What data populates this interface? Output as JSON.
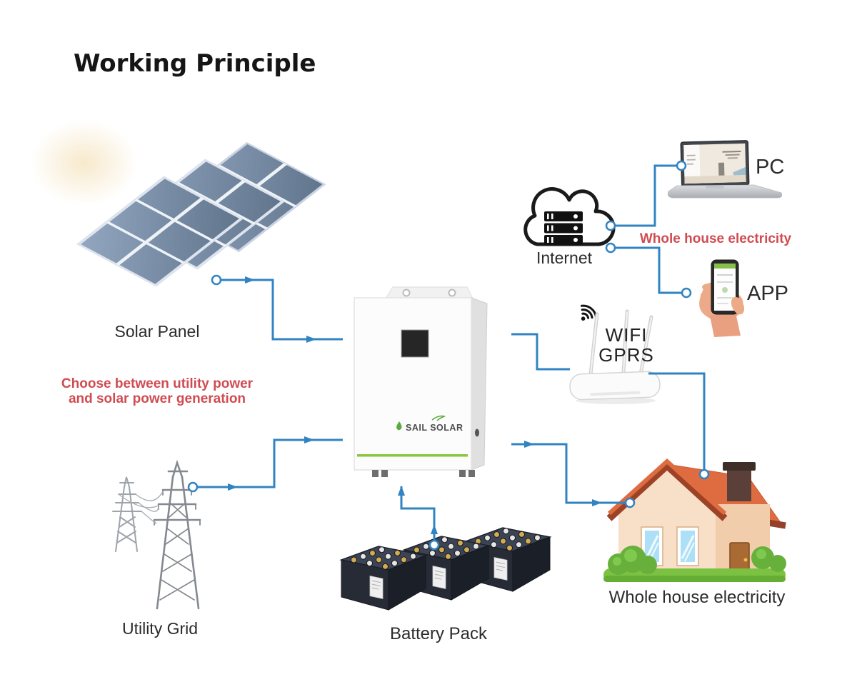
{
  "title": "Working Principle",
  "nodes": {
    "solar_panel": {
      "label": "Solar Panel"
    },
    "utility_grid": {
      "label": "Utility Grid"
    },
    "inverter": {
      "brand": "SAIL SOLAR"
    },
    "battery_pack": {
      "label": "Battery Pack"
    },
    "internet": {
      "label": "Internet"
    },
    "pc": {
      "label": "PC"
    },
    "app": {
      "label": "APP"
    },
    "wifi": {
      "line1": "WIFI",
      "line2": "GPRS"
    },
    "house": {
      "label": "Whole house electricity"
    }
  },
  "notes": {
    "choose_line1": "Choose between utility power",
    "choose_line2": "and solar power generation",
    "whole_house_red": "Whole house electricity"
  },
  "icons": {
    "internet": "cloud-server-icon",
    "wifi": "wifi-signal-icon"
  },
  "colors": {
    "connector_blue": "#3183c2",
    "accent_red": "#d04b52",
    "inverter_green": "#8bc53f",
    "roof_orange": "#df6b40",
    "grass_green": "#7cc242"
  },
  "edges": [
    {
      "from": "solar_panel",
      "to": "inverter"
    },
    {
      "from": "utility_grid",
      "to": "inverter"
    },
    {
      "from": "battery_pack",
      "to": "inverter"
    },
    {
      "from": "inverter",
      "to": "wifi_router"
    },
    {
      "from": "wifi_router",
      "to": "house"
    },
    {
      "from": "inverter",
      "to": "house"
    },
    {
      "from": "internet",
      "to": "pc"
    },
    {
      "from": "internet",
      "to": "app"
    }
  ]
}
